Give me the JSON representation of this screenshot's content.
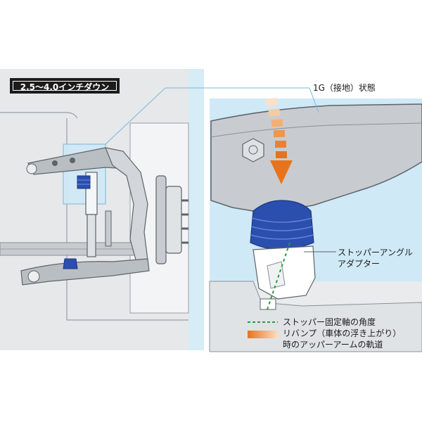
{
  "header_badge": "2.5～4.0インチダウン",
  "labels": {
    "state_1g": "1G（接地）状態",
    "stopper_adapter_line1": "ストッパーアングル",
    "stopper_adapter_line2": "アダプター",
    "legend_axis": "ストッパー固定軸の角度",
    "legend_trajectory_line1": "リバンプ（車体の浮き上がり）",
    "legend_trajectory_line2": "時のアッパーアームの軌道"
  },
  "colors": {
    "accent_blue": "#2b4fae",
    "orange": "#e8731c",
    "green_dash": "#2c9b3e",
    "light_blue": "#cfe9f6",
    "panel_gray": "#e6e8ea",
    "part_gray": "#c8ccd0"
  },
  "icons": [
    "down-arrow-icon",
    "dashed-line-icon",
    "gradient-swatch-icon"
  ]
}
